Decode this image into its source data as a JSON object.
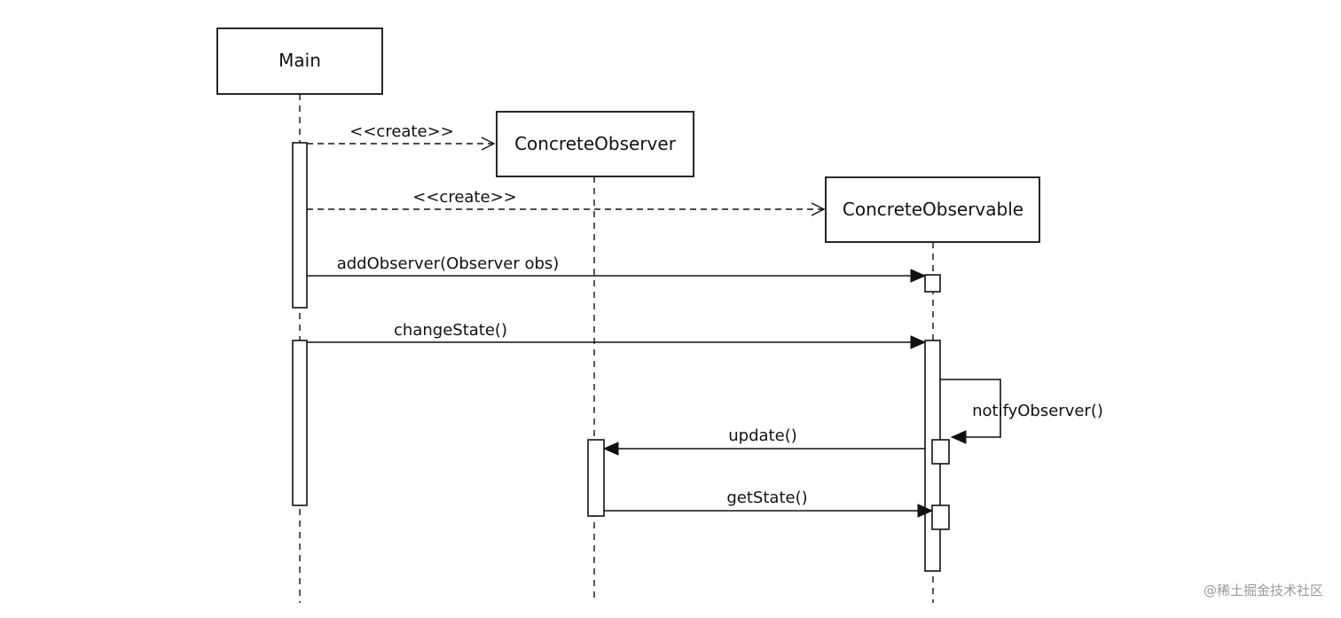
{
  "participants": {
    "main": "Main",
    "observer": "ConcreteObserver",
    "observable": "ConcreteObservable"
  },
  "messages": {
    "create_observer": "<<create>>",
    "create_observable": "<<create>>",
    "add_observer": "addObserver(Observer obs)",
    "change_state": "changeState()",
    "notify_observer": "notifyObserver()",
    "update": "update()",
    "get_state": "getState()"
  },
  "watermark": "@稀土掘金技术社区"
}
